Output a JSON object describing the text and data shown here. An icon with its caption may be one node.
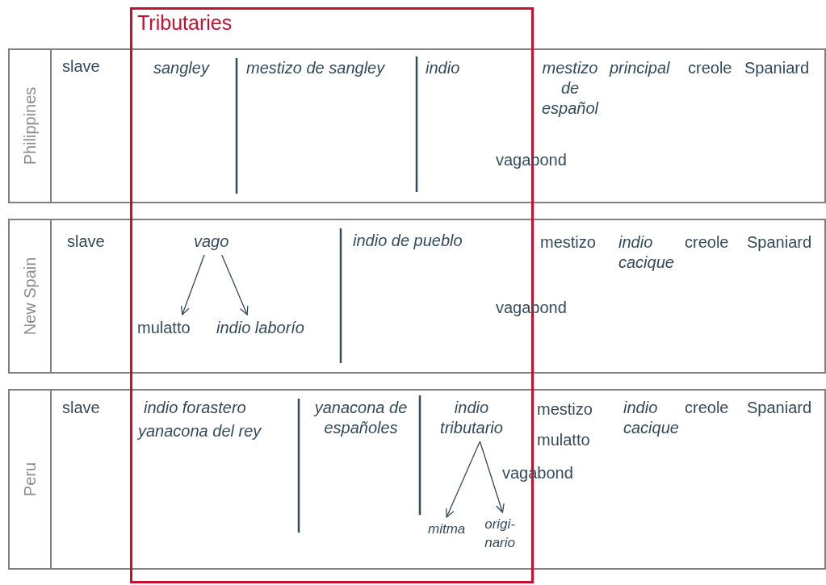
{
  "diagram": {
    "nodes": [
      {
        "text": [
          "Tributaries"
        ]
      },
      {
        "text": [
          "Philippines"
        ]
      },
      {
        "text": [
          "slave"
        ],
        "in": 1
      },
      {
        "text": [
          "sangley"
        ],
        "in": 1
      },
      {
        "text": [
          "mestizo de sangley"
        ],
        "in": 1
      },
      {
        "text": [
          "indio"
        ],
        "in": 1
      },
      {
        "text": [
          "mestizo de español"
        ],
        "in": 1
      },
      {
        "text": [
          "principal"
        ],
        "in": 1
      },
      {
        "text": [
          "creole"
        ],
        "in": 1
      },
      {
        "text": [
          "Spaniard"
        ],
        "in": 1
      },
      {
        "text": [
          "vagabond"
        ],
        "in": 1
      },
      {
        "text": [
          "New Spain"
        ]
      },
      {
        "text": [
          "slave"
        ],
        "in": 11
      },
      {
        "text": [
          "vago"
        ],
        "in": 11
      },
      {
        "text": [
          "indio de pueblo"
        ],
        "in": 11
      },
      {
        "text": [
          "mestizo"
        ],
        "in": 11
      },
      {
        "text": [
          "indio cacique"
        ],
        "in": 11
      },
      {
        "text": [
          "creole"
        ],
        "in": 11
      },
      {
        "text": [
          "Spaniard"
        ],
        "in": 11
      },
      {
        "text": [
          "mulatto"
        ],
        "in": 11
      },
      {
        "text": [
          "indio laborío"
        ],
        "in": 11
      },
      {
        "text": [
          "vagabond"
        ],
        "in": 11
      },
      {
        "text": [
          "Peru"
        ]
      },
      {
        "text": [
          "slave"
        ],
        "in": 22
      },
      {
        "text": [
          "indio forastero"
        ],
        "in": 22
      },
      {
        "text": [
          "yanacona del rey"
        ],
        "in": 22
      },
      {
        "text": [
          "yanacona de españoles"
        ],
        "in": 22
      },
      {
        "text": [
          "indio tributario"
        ],
        "in": 22
      },
      {
        "text": [
          "mestizo"
        ],
        "in": 22
      },
      {
        "text": [
          "indio cacique"
        ],
        "in": 22
      },
      {
        "text": [
          "creole"
        ],
        "in": 22
      },
      {
        "text": [
          "Spaniard"
        ],
        "in": 22
      },
      {
        "text": [
          "mulatto"
        ],
        "in": 22
      },
      {
        "text": [
          "vagabond"
        ],
        "in": 22
      },
      {
        "text": [
          "mitma"
        ],
        "in": 22
      },
      {
        "text": [
          "origi-nario"
        ],
        "in": 22
      }
    ],
    "edges": [
      {
        "from": 13,
        "to": 19,
        "arrow": "to"
      },
      {
        "from": 13,
        "to": 20,
        "arrow": "to"
      },
      {
        "from": 27,
        "to": 34,
        "arrow": "to"
      },
      {
        "from": 27,
        "to": 35,
        "arrow": "to"
      }
    ]
  }
}
